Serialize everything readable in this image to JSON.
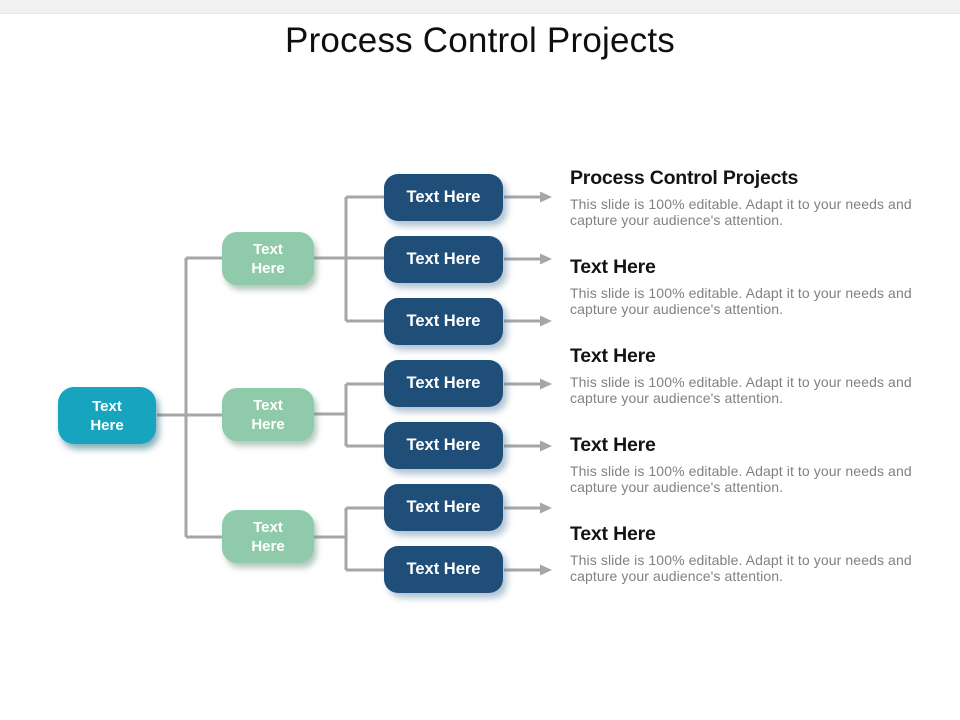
{
  "slide": {
    "title": "Process Control Projects"
  },
  "tree": {
    "root": {
      "label": "Text Here"
    },
    "branches": [
      {
        "label": "Text Here"
      },
      {
        "label": "Text Here"
      },
      {
        "label": "Text Here"
      }
    ],
    "leaves": [
      {
        "label": "Text Here"
      },
      {
        "label": "Text Here"
      },
      {
        "label": "Text Here"
      },
      {
        "label": "Text Here"
      },
      {
        "label": "Text Here"
      },
      {
        "label": "Text Here"
      },
      {
        "label": "Text Here"
      }
    ]
  },
  "descriptions": [
    {
      "heading": "Process Control Projects",
      "body": "This slide is 100% editable. Adapt it to your needs and capture your audience's attention."
    },
    {
      "heading": "Text Here",
      "body": "This slide is 100% editable. Adapt it to your needs and capture your audience's attention."
    },
    {
      "heading": "Text Here",
      "body": "This slide is 100% editable. Adapt it to your needs and capture your audience's attention."
    },
    {
      "heading": "Text Here",
      "body": "This slide is 100% editable. Adapt it to your needs and capture your audience's attention."
    },
    {
      "heading": "Text Here",
      "body": "This slide is 100% editable. Adapt it to your needs and capture your audience's attention."
    }
  ],
  "colors": {
    "root_teal": "#16a4be",
    "branch_green": "#8fcbab",
    "leaf_blue": "#1f4e79",
    "connector_gray": "#a6a6a6",
    "heading_text": "#141414",
    "body_text": "#818181",
    "top_strip": "#f1f1f2",
    "background": "#ffffff"
  }
}
